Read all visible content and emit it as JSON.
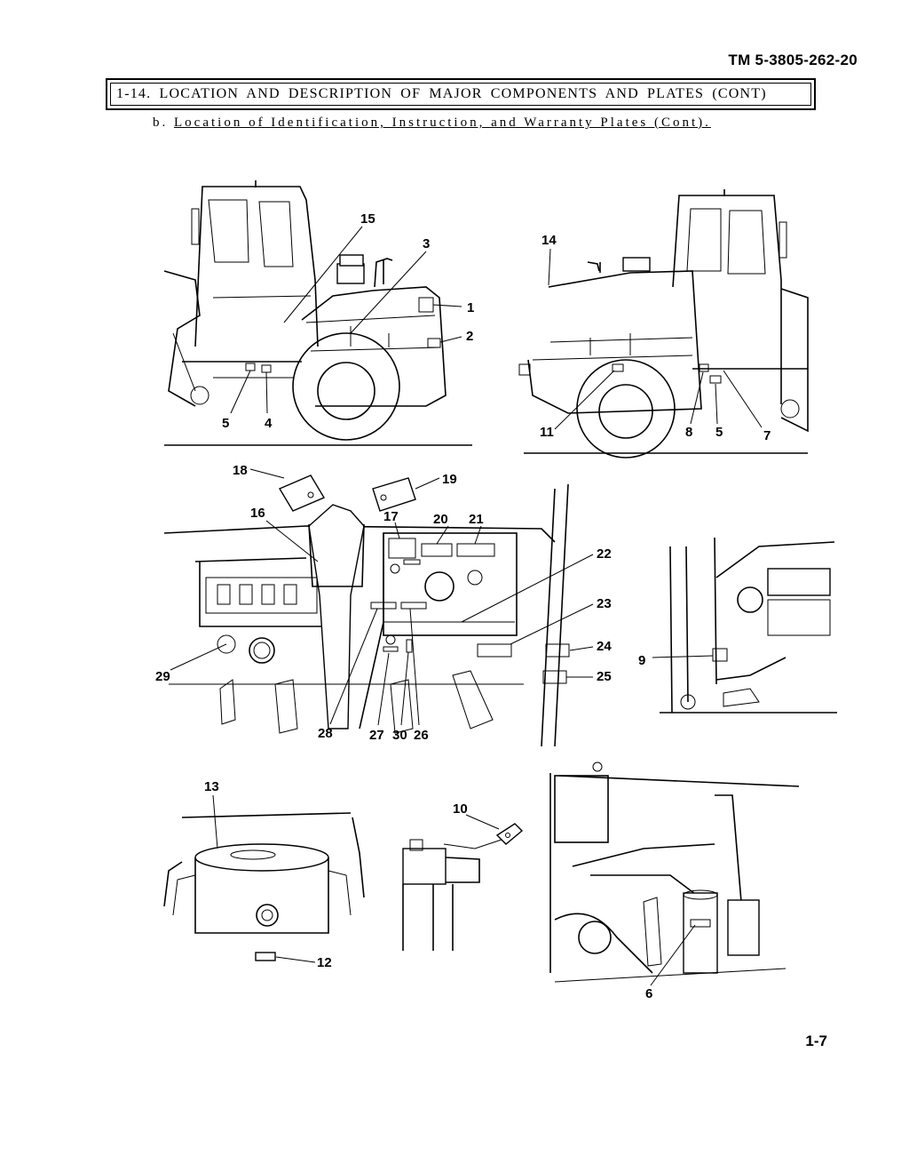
{
  "header": {
    "doc_number": "TM 5-3805-262-20"
  },
  "section": {
    "title": "1-14. LOCATION AND DESCRIPTION OF MAJOR COMPONENTS AND PLATES (CONT)",
    "subtitle_prefix": "b.",
    "subtitle": "Location of Identification, Instruction, and Warranty Plates (Cont)."
  },
  "figures": {
    "left_side_view": {
      "callouts": [
        "15",
        "3",
        "1",
        "2",
        "5",
        "4"
      ]
    },
    "right_side_view": {
      "callouts": [
        "14",
        "11",
        "8",
        "5",
        "7"
      ]
    },
    "dashboard": {
      "callouts": [
        "18",
        "19",
        "16",
        "17",
        "20",
        "21",
        "22",
        "23",
        "24",
        "25",
        "29",
        "28",
        "27",
        "30",
        "26"
      ]
    },
    "engine_side": {
      "callouts": [
        "9"
      ]
    },
    "fuel_tank": {
      "callouts": [
        "13",
        "12"
      ]
    },
    "reservoir": {
      "callouts": [
        "10"
      ]
    },
    "engine_bay": {
      "callouts": [
        "6"
      ]
    }
  },
  "footer": {
    "page_number": "1-7"
  }
}
